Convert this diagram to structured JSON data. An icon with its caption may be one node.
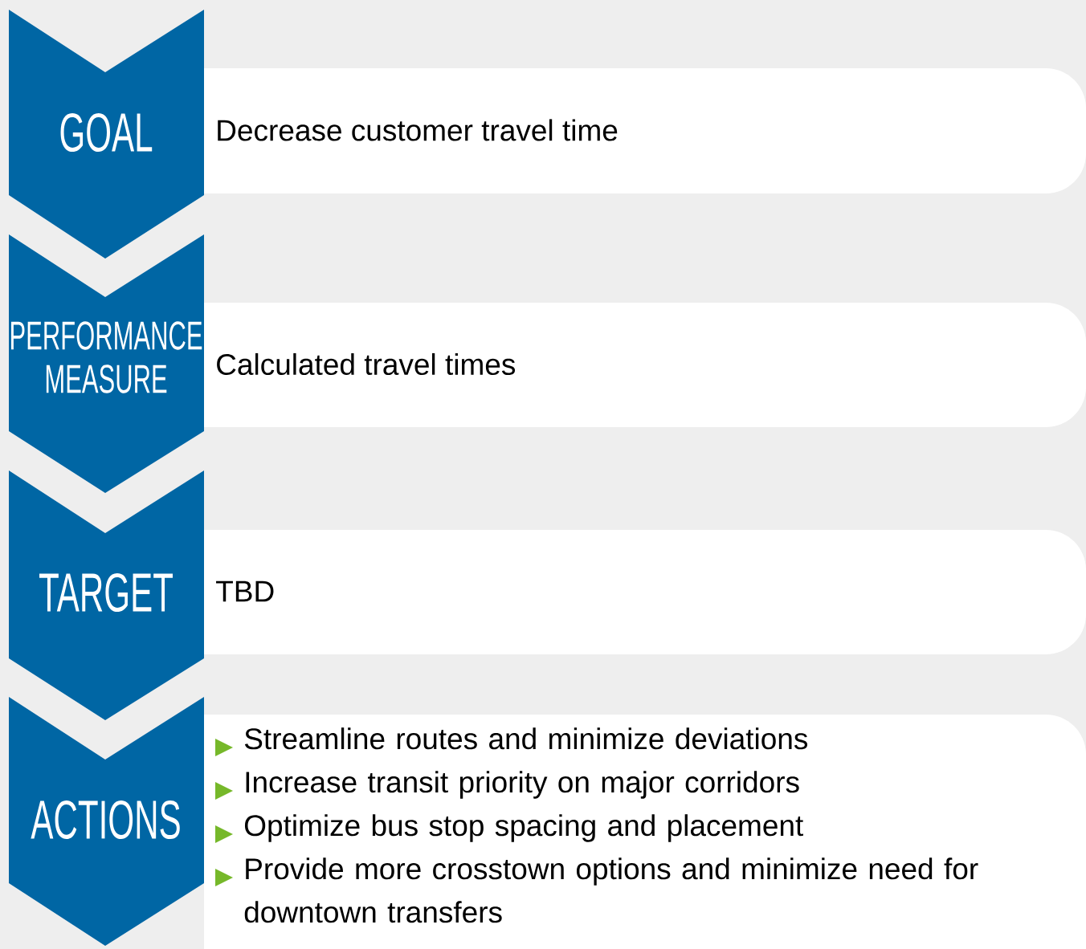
{
  "diagram": {
    "nodes": [
      {
        "text": [
          "GOAL"
        ]
      },
      {
        "text": [
          "Decrease customer travel time"
        ]
      },
      {
        "text": [
          "PERFORMANCE MEASURE"
        ]
      },
      {
        "text": [
          "Calculated travel times"
        ]
      },
      {
        "text": [
          "TARGET"
        ]
      },
      {
        "text": [
          "TBD"
        ]
      },
      {
        "text": [
          "ACTIONS"
        ]
      },
      {
        "text": [
          "Streamline routes and minimize deviations",
          "Increase transit priority on major corridors",
          "Optimize bus stop spacing and placement",
          "Provide more crosstown options and minimize need for downtown transfers"
        ]
      }
    ]
  }
}
